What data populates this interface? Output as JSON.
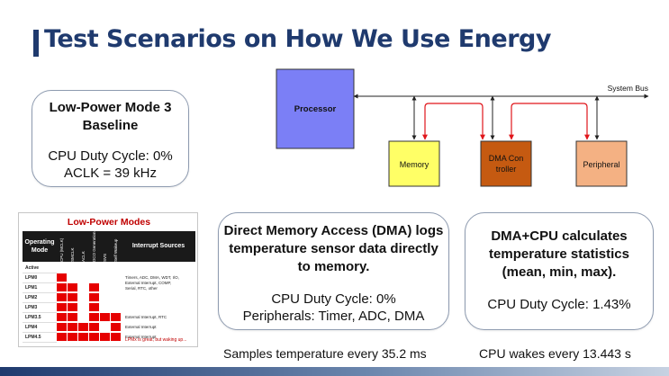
{
  "title": "Test Scenarios on How We Use Energy",
  "card_lpm3": {
    "heading_1": "Low-Power Mode 3",
    "heading_2": "Baseline",
    "line_1": "CPU Duty Cycle: 0%",
    "line_2": "ACLK = 39 kHz"
  },
  "card_dma": {
    "heading_1": "Direct Memory Access (DMA) logs",
    "heading_2": "temperature sensor data directly",
    "heading_3": "to memory.",
    "line_1": "CPU Duty Cycle: 0%",
    "line_2": "Peripherals: Timer, ADC, DMA"
  },
  "card_stats": {
    "heading_1": "DMA+CPU calculates",
    "heading_2": "temperature statistics",
    "heading_3": "(mean, min, max).",
    "line_1": "CPU Duty Cycle: 1.43%"
  },
  "captions": {
    "dma": "Samples temperature every 35.2 ms",
    "cpu": "CPU wakes every 13.443 s"
  },
  "diagram": {
    "bus_label": "System Bus",
    "processor": "Processor",
    "memory": "Memory",
    "dma_line_1": "DMA Con",
    "dma_line_2": "troller",
    "peripheral": "Peripheral",
    "colors": {
      "processor": "#7b7ff6",
      "memory": "#ffff66",
      "dma": "#c55a11",
      "peripheral": "#f4b183",
      "dma_path": "#e0161b"
    }
  },
  "lpm_table": {
    "title": "Low-Power Modes",
    "header_left_1": "Operating",
    "header_left_2": "Mode",
    "header_right": "Interrupt Sources",
    "columns": [
      "CPU (MCLK)",
      "SMCLK",
      "ACLK",
      "DCO Generation",
      "SVS",
      "Self Wakeup"
    ],
    "rows": [
      "Active",
      "LPM0",
      "LPM1",
      "LPM2",
      "LPM3",
      "LPM3.5",
      "LPM4",
      "LPM4.5"
    ],
    "sources": [
      "Timers, ADC, DMA, WDT, I/O,",
      "External Interrupt, COMP,",
      "Serial, RTC, other",
      "External Interrupt, RTC",
      "External Interrupt",
      "External Interrupt"
    ],
    "footer": "LPMx is great, but waking up..."
  }
}
